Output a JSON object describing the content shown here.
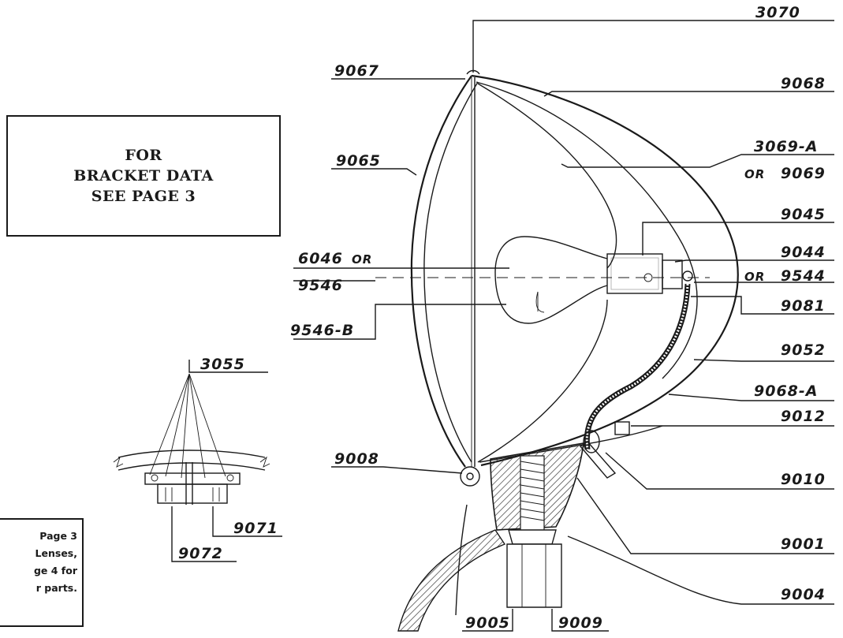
{
  "bracket_note": {
    "line1": "FOR",
    "line2": "BRACKET DATA",
    "line3": "SEE PAGE 3"
  },
  "page_note": {
    "line1": "Page 3",
    "line2": "Lenses,",
    "line3": "ge 4 for",
    "line4": "r parts."
  },
  "part_numbers": {
    "p3070": "3070",
    "p9067": "9067",
    "p9068": "9068",
    "p9065": "9065",
    "p3069a": "3069-A",
    "or1": "OR",
    "p9069": "9069",
    "p9045": "9045",
    "p6046": "6046",
    "or2": "OR",
    "p9044": "9044",
    "p9546": "9546",
    "or3": "OR",
    "p9544": "9544",
    "p9081": "9081",
    "p9546b": "9546-B",
    "p9052": "9052",
    "p3055": "3055",
    "p9068a": "9068-A",
    "p9012": "9012",
    "p9008": "9008",
    "p9010": "9010",
    "p9071": "9071",
    "p9072": "9072",
    "p9001": "9001",
    "p9004": "9004",
    "p9005": "9005",
    "p9009": "9009"
  },
  "colors": {
    "ink": "#1a1a1a",
    "paper": "#ffffff",
    "hatch": "#3a3a3a"
  }
}
